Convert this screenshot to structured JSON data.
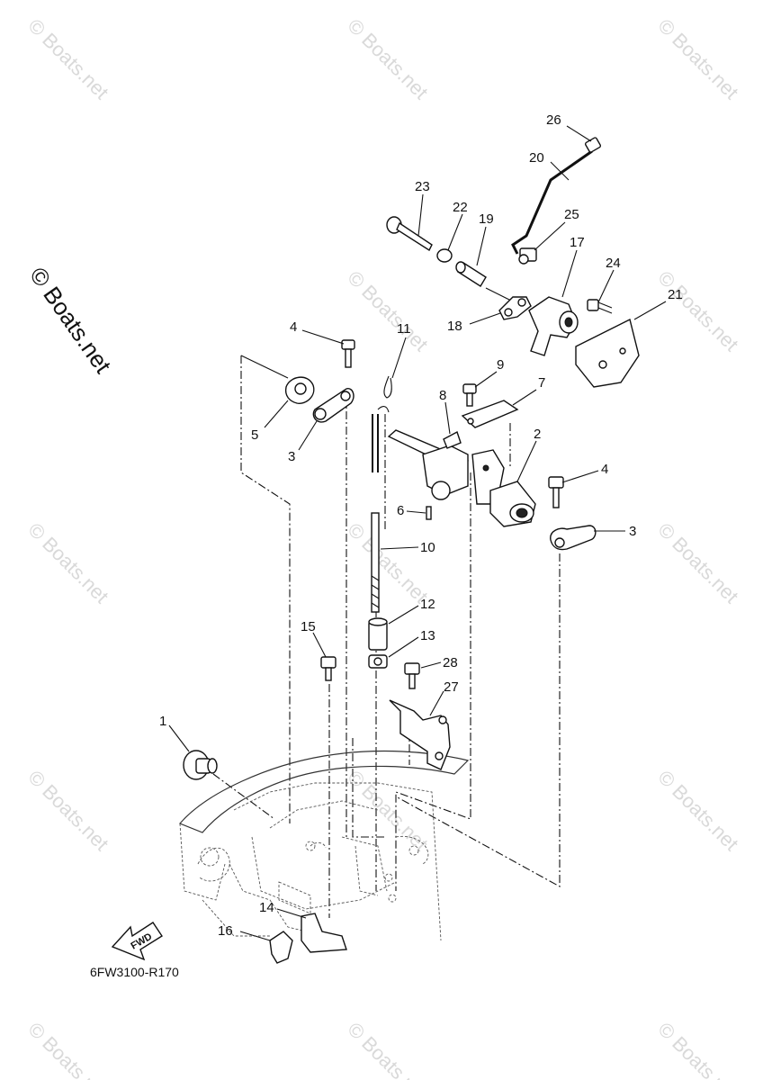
{
  "watermark": "© Boats.net",
  "brand": "© Boats.net",
  "diagram_code": "6FW3100-R170",
  "fwd_label": "FWD",
  "callouts": {
    "c1": "1",
    "c2": "2",
    "c3a": "3",
    "c3b": "3",
    "c4a": "4",
    "c4b": "4",
    "c5": "5",
    "c6": "6",
    "c7": "7",
    "c8": "8",
    "c9": "9",
    "c10": "10",
    "c11": "11",
    "c12": "12",
    "c13": "13",
    "c14": "14",
    "c15": "15",
    "c16": "16",
    "c17": "17",
    "c18": "18",
    "c19": "19",
    "c20": "20",
    "c21": "21",
    "c22": "22",
    "c23": "23",
    "c24": "24",
    "c25": "25",
    "c26": "26",
    "c27": "27",
    "c28": "28"
  }
}
